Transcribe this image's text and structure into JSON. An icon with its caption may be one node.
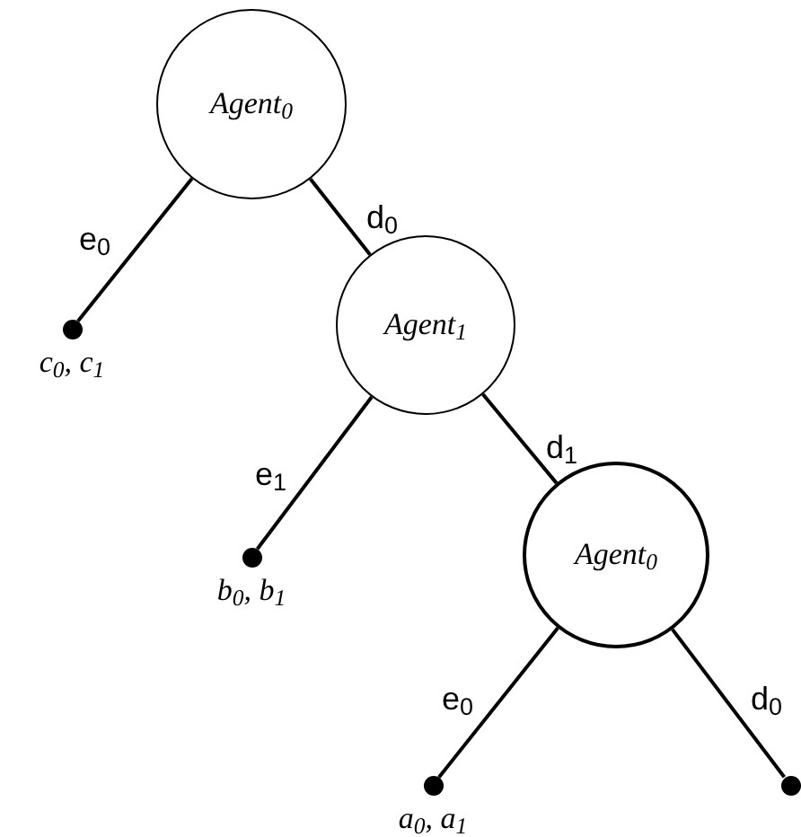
{
  "diagram": {
    "nodes": [
      {
        "text": [
          "Agent$_{0}$"
        ]
      },
      {
        "text": [
          "Agent$_{1}$"
        ]
      },
      {
        "text": [
          "Agent$_{0}$"
        ]
      },
      {
        "text": [],
        "shape": "circle",
        "beside": [
          "c$_{0}$, c$_{1}$"
        ]
      },
      {
        "text": [],
        "shape": "circle",
        "beside": [
          "b$_{0}$, b$_{1}$"
        ]
      },
      {
        "text": [],
        "shape": "circle",
        "beside": [
          "a$_{0}$, a$_{1}$"
        ]
      },
      {
        "text": [],
        "shape": "circle"
      }
    ],
    "edges": [
      {
        "from": 0,
        "to": 3,
        "arrow": "none",
        "label": "e$_{0}$"
      },
      {
        "from": 0,
        "to": 1,
        "arrow": "none",
        "label": "d$_{0}$"
      },
      {
        "from": 1,
        "to": 4,
        "arrow": "none",
        "label": "e$_{1}$"
      },
      {
        "from": 1,
        "to": 2,
        "arrow": "none",
        "label": "d$_{1}$"
      },
      {
        "from": 2,
        "to": 5,
        "arrow": "none",
        "label": "e$_{0}$"
      },
      {
        "from": 2,
        "to": 6,
        "arrow": "none",
        "label": "d$_{0}$"
      }
    ]
  }
}
